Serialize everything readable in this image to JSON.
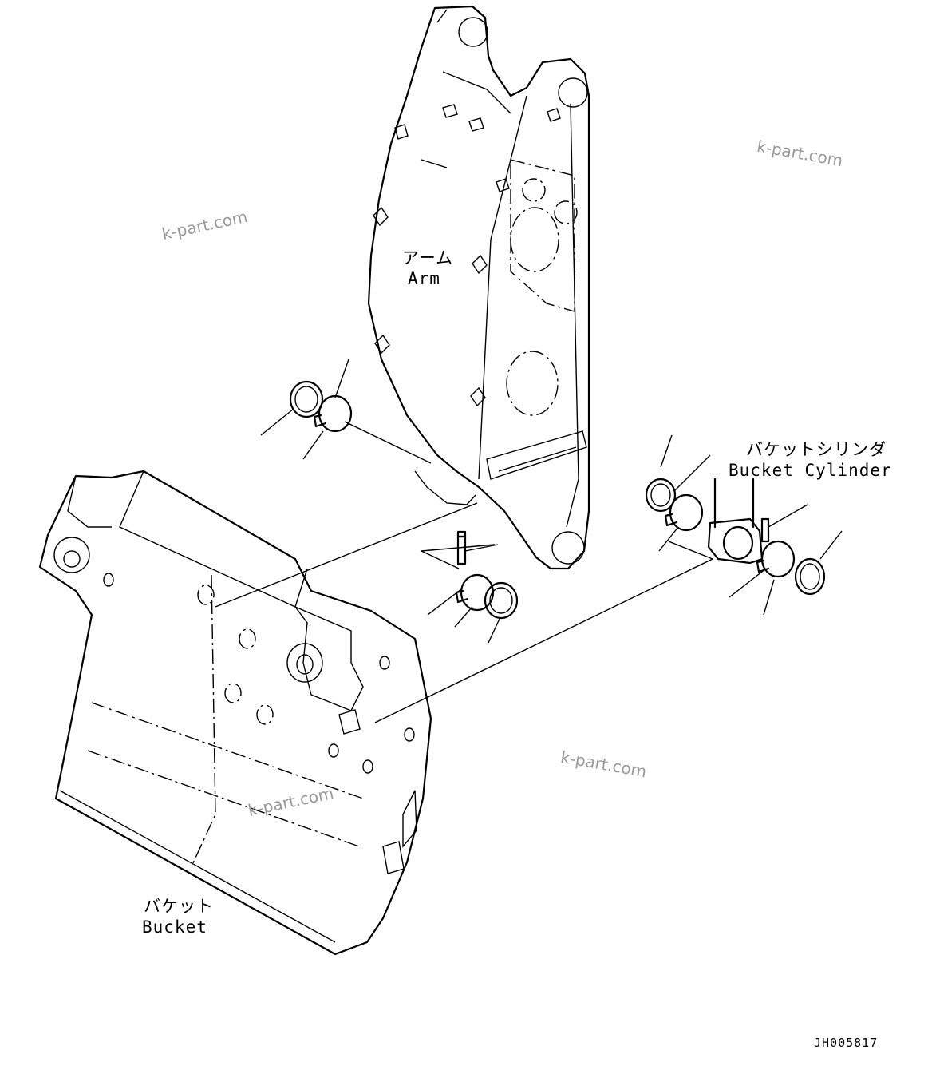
{
  "labels": {
    "arm_jp": "アーム",
    "arm_en": "Arm",
    "bucket_cylinder_jp": "バケットシリンダ",
    "bucket_cylinder_en": "Bucket Cylinder",
    "bucket_jp": "バケット",
    "bucket_en": "Bucket"
  },
  "watermarks": [
    "k-part.com",
    "k-part.com",
    "k-part.com",
    "k-part.com"
  ],
  "drawing_code": "JH005817",
  "colors": {
    "line": "#000000",
    "watermark": "#9a9a9a",
    "background": "#ffffff"
  }
}
